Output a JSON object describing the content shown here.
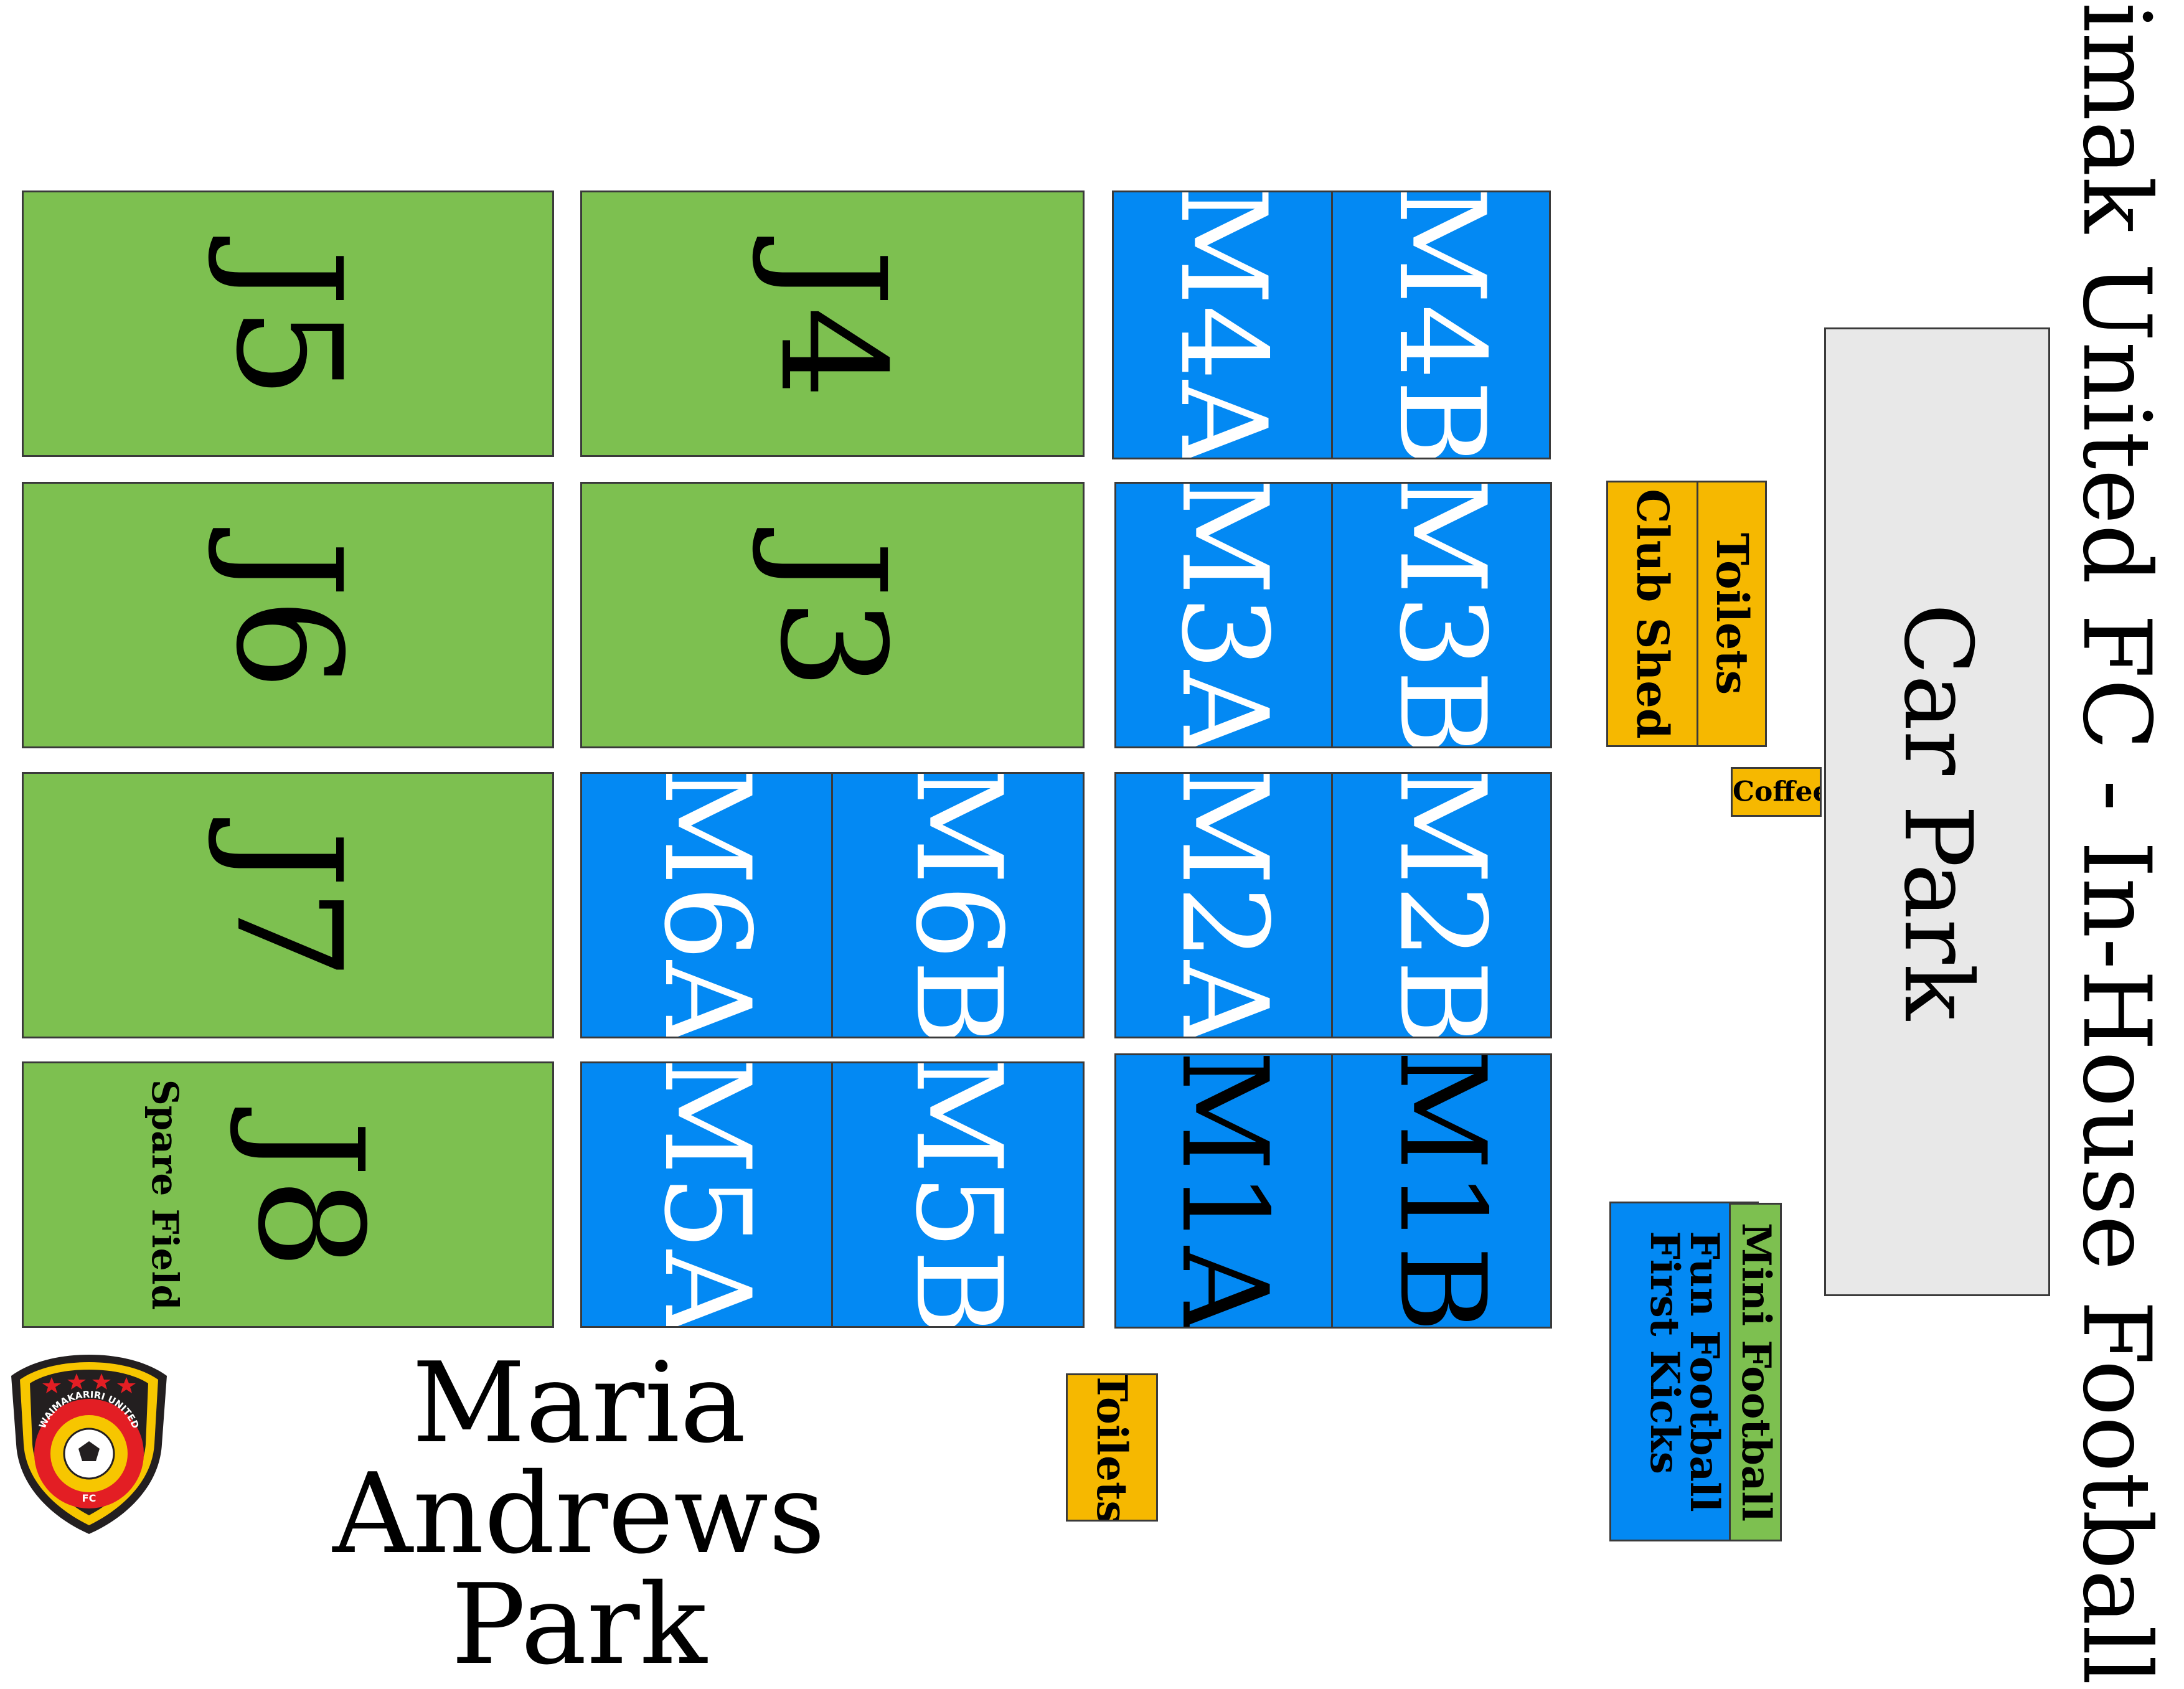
{
  "title": "Waimak United FC - In-House Football",
  "park": {
    "line1": "Maria Andrews",
    "line2": "Park"
  },
  "logo": {
    "text": "WAIMAKARIRI UNITED",
    "sub": "FC",
    "stars": 4,
    "colors": {
      "outer": "#e31e24",
      "inner": "#f7c600",
      "dark": "#231f20"
    }
  },
  "pitches": {
    "j5": "J5",
    "j4": "J4",
    "j6": "J6",
    "j3": "J3",
    "j7": "J7",
    "j8": "J8",
    "spare_field": "Spare Field",
    "m4a": "M4A",
    "m4b": "M4B",
    "m3a": "M3A",
    "m3b": "M3B",
    "m6a": "M6A",
    "m6b": "M6B",
    "m2a": "M2A",
    "m2b": "M2B",
    "m5a": "M5A",
    "m5b": "M5B",
    "m1a": "M1A",
    "m1b": "M1B"
  },
  "facilities": {
    "club_shed": "Club Shed",
    "toilets_top": "Toilets",
    "coffee": "Coffee",
    "car_park": "Car Park",
    "fun_football_line1": "Fun Football",
    "fun_football_line2": "First Kicks",
    "mini_football": "Mini Football",
    "toilets_bottom": "Toilets"
  },
  "colors": {
    "junior": "#7dc050",
    "mini": "#0389f3",
    "facility": "#f6b800",
    "car_park": "#e8e8e8"
  }
}
